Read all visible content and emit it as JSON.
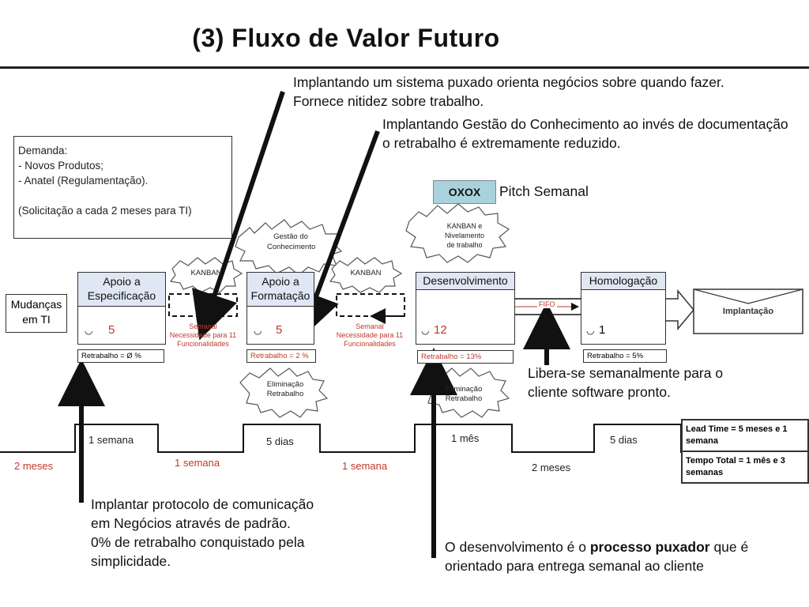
{
  "title": "(3) Fluxo de Valor Futuro",
  "callouts": {
    "top1": "Implantando um sistema puxado orienta negócios sobre quando fazer. Fornece nitidez sobre trabalho.",
    "top2": "Implantando Gestão do Conhecimento ao invés de documentação o retrabalho é extremamente reduzido.",
    "libera": "Libera-se semanalmente para o cliente software pronto.",
    "protocolo_lines": [
      "Implantar protocolo de comunicação",
      "em Negócios através de padrão.",
      "0% de retrabalho conquistado pela",
      "simplicidade."
    ],
    "desenv_prefix": "O desenvolvimento é o ",
    "desenv_bold": "processo puxador",
    "desenv_suffix": " que é orientado para entrega semanal ao cliente"
  },
  "pitch": {
    "badge": "OXOX",
    "label": "Pitch Semanal"
  },
  "demanda_lines": [
    "Demanda:",
    "- Novos Produtos;",
    "- Anatel (Regulamentação).",
    "",
    "(Solicitação a cada 2 meses para TI)"
  ],
  "mudancas": [
    "Mudanças",
    "em TI"
  ],
  "processes": [
    {
      "name": "Apoio a Especificação",
      "operators": "5",
      "retrabalho": "Retrabalho = Ø %"
    },
    {
      "name": "Apoio a Formatação",
      "operators": "5",
      "retrabalho": "Retrabalho = 2 %"
    },
    {
      "name": "Desenvolvimento",
      "operators": "12",
      "retrabalho": "Retrabalho = 13%"
    },
    {
      "name": "Homologação",
      "operators": "1",
      "retrabalho": "Retrabalho = 5%"
    }
  ],
  "kanban_bursts": [
    "KANBAN",
    "KANBAN"
  ],
  "bursts": {
    "gestao": "Gestão do Conhecimento",
    "kanban_nivelamento": [
      "KANBAN e",
      "Nivelamento",
      "de trabalho"
    ],
    "eliminacao": [
      "Eliminação",
      "Retrabalho"
    ]
  },
  "semanal_note": [
    "Semanal",
    "Necessidade para 11",
    "Funcionalidades"
  ],
  "fifo": "FIFO",
  "implantacao": "Implantação",
  "timeline": {
    "up": [
      "1 semana",
      "5 dias",
      "1 mês",
      "5 dias"
    ],
    "down": [
      "2 meses",
      "1 semana",
      "1 semana",
      "2 meses"
    ]
  },
  "summary": {
    "lead_time": "Lead Time = 5 meses e 1 semana",
    "tempo_total": "Tempo Total = 1 mês e 3 semanas"
  },
  "colors": {
    "process_header": "#dfe7f4",
    "red_text": "#c0392b",
    "pitch_badge": "#a9d3dc"
  }
}
